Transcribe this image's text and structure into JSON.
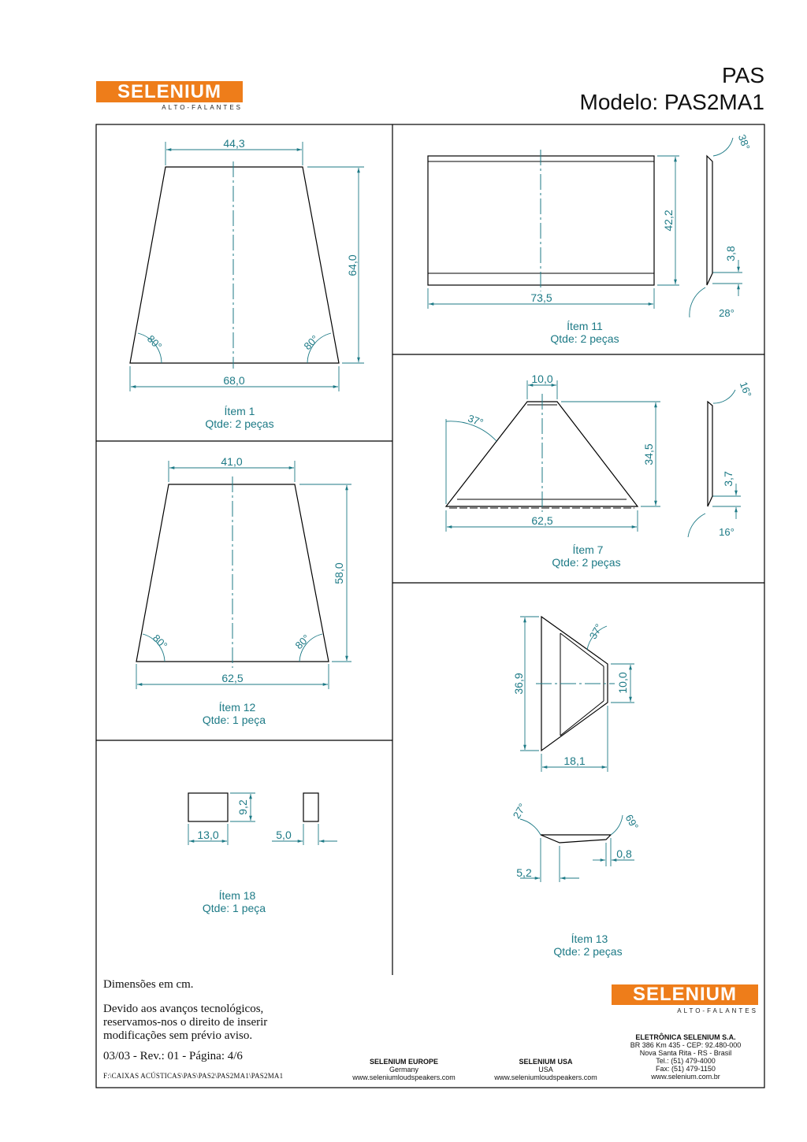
{
  "header": {
    "brand": "SELENIUM",
    "brand_sub": "ALTO-FALANTES",
    "title": "PAS",
    "model": "Modelo: PAS2MA1"
  },
  "items": {
    "item1": {
      "name": "Ítem 1",
      "qty": "Qtde: 2 peças",
      "top_width": "44,3",
      "bottom_width": "68,0",
      "height": "64,0",
      "angle_left": "80°",
      "angle_right": "80°"
    },
    "item11": {
      "name": "Ítem 11",
      "qty": "Qtde: 2 peças",
      "width": "73,5",
      "height": "42,2",
      "edge": "3,8",
      "angle_top": "38°",
      "angle_bottom": "28°"
    },
    "item12": {
      "name": "Ítem 12",
      "qty": "Qtde: 1 peça",
      "top_width": "41,0",
      "bottom_width": "62,5",
      "height": "58,0",
      "angle_left": "80°",
      "angle_right": "80°"
    },
    "item7": {
      "name": "Ítem 7",
      "qty": "Qtde: 2 peças",
      "top_width": "10,0",
      "bottom_width": "62,5",
      "height": "34,5",
      "edge": "3,7",
      "angle_left": "37°",
      "angle_top": "16°",
      "angle_bottom": "16°"
    },
    "item13": {
      "name": "Ítem 13",
      "qty": "Qtde: 2 peças",
      "height": "36,9",
      "front": "10,0",
      "depth": "18,1",
      "angle": "37°",
      "small_a": "5,2",
      "small_b": "0,8",
      "angle_a": "27°",
      "angle_b": "69°"
    },
    "item18": {
      "name": "Ítem 18",
      "qty": "Qtde: 1 peça",
      "width": "13,0",
      "height": "9,2",
      "thickness": "5,0"
    }
  },
  "footer": {
    "units": "Dimensões em cm.",
    "notice": "Devido aos avanços tecnológicos, reservamos-nos o direito de inserir modificações sem prévio aviso.",
    "revision": "03/03 - Rev.: 01 - Página: 4/6",
    "path": "F:\\CAIXAS ACÚSTICAS\\PAS\\PAS2\\PAS2MA1\\PAS2MA1",
    "europe_title": "SELENIUM EUROPE",
    "europe_country": "Germany",
    "europe_site": "www.seleniumloudspeakers.com",
    "usa_title": "SELENIUM USA",
    "usa_country": "USA",
    "usa_site": "www.seleniumloudspeakers.com",
    "br_title": "ELETRÔNICA SELENIUM S.A.",
    "br_addr1": "BR 386 Km 435 - CEP: 92.480-000",
    "br_addr2": "Nova Santa Rita - RS - Brasil",
    "br_tel": "Tel.: (51) 479-4000",
    "br_fax": "Fax: (51) 479-1150",
    "br_site": "www.selenium.com.br"
  },
  "colors": {
    "brand": "#ee7d1a",
    "dimension": "#1d7a86",
    "line": "#000000"
  }
}
